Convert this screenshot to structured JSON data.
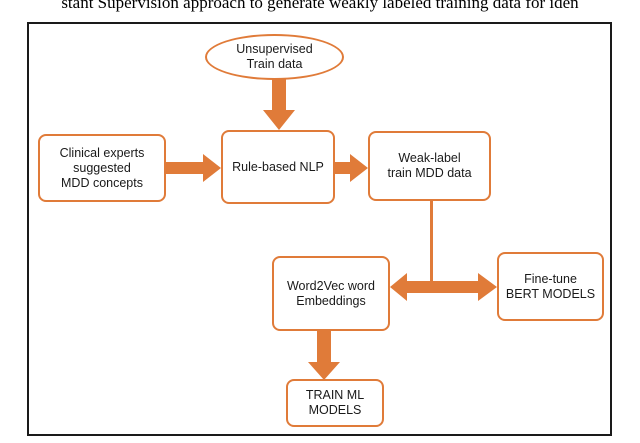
{
  "caption": "stant Supervision approach to generate weakly labeled training data for iden",
  "colors": {
    "accent": "#e07b39",
    "frame": "#1a1a1a",
    "text": "#1a1a1a"
  },
  "nodes": {
    "unsupervised": {
      "line1": "Unsupervised",
      "line2": "Train data"
    },
    "clinical": {
      "line1": "Clinical experts",
      "line2": "suggested",
      "line3": "MDD concepts"
    },
    "rule_nlp": {
      "line1": "Rule-based NLP"
    },
    "weak_label": {
      "line1": "Weak-label",
      "line2": "train MDD data"
    },
    "word2vec": {
      "line1": "Word2Vec word",
      "line2": "Embeddings"
    },
    "bert": {
      "line1": "Fine-tune",
      "line2": "BERT MODELS"
    },
    "train_ml": {
      "line1": "TRAIN ML",
      "line2": "MODELS"
    }
  }
}
